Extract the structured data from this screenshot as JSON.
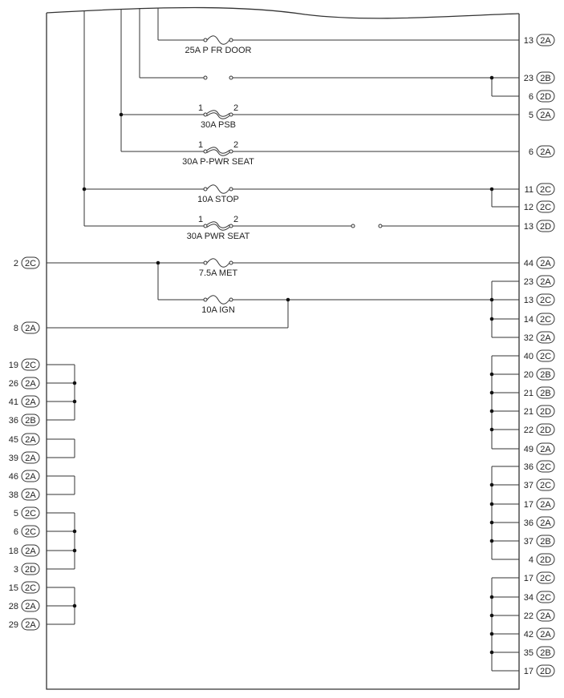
{
  "fuses": [
    {
      "label": "25A P FR DOOR",
      "type": "standard"
    },
    {
      "label": "",
      "type": "open-contacts"
    },
    {
      "label": "30A PSB",
      "type": "fusible-link",
      "pin_left": "1",
      "pin_right": "2"
    },
    {
      "label": "30A P-PWR SEAT",
      "type": "fusible-link",
      "pin_left": "1",
      "pin_right": "2"
    },
    {
      "label": "10A STOP",
      "type": "standard"
    },
    {
      "label": "30A PWR SEAT",
      "type": "fusible-link",
      "pin_left": "1",
      "pin_right": "2"
    },
    {
      "label": "7.5A MET",
      "type": "standard"
    },
    {
      "label": "10A IGN",
      "type": "standard"
    }
  ],
  "right_terminals": [
    {
      "pin": "13",
      "connector": "2A"
    },
    {
      "pin": "23",
      "connector": "2B"
    },
    {
      "pin": "6",
      "connector": "2D"
    },
    {
      "pin": "5",
      "connector": "2A"
    },
    {
      "pin": "6",
      "connector": "2A"
    },
    {
      "pin": "11",
      "connector": "2C"
    },
    {
      "pin": "12",
      "connector": "2C"
    },
    {
      "pin": "13",
      "connector": "2D"
    },
    {
      "pin": "44",
      "connector": "2A"
    },
    {
      "pin": "23",
      "connector": "2A"
    },
    {
      "pin": "13",
      "connector": "2C"
    },
    {
      "pin": "14",
      "connector": "2C"
    },
    {
      "pin": "32",
      "connector": "2A"
    },
    {
      "pin": "40",
      "connector": "2C"
    },
    {
      "pin": "20",
      "connector": "2B"
    },
    {
      "pin": "21",
      "connector": "2B"
    },
    {
      "pin": "21",
      "connector": "2D"
    },
    {
      "pin": "22",
      "connector": "2D"
    },
    {
      "pin": "49",
      "connector": "2A"
    },
    {
      "pin": "36",
      "connector": "2C"
    },
    {
      "pin": "37",
      "connector": "2C"
    },
    {
      "pin": "17",
      "connector": "2A"
    },
    {
      "pin": "36",
      "connector": "2A"
    },
    {
      "pin": "37",
      "connector": "2B"
    },
    {
      "pin": "4",
      "connector": "2D"
    },
    {
      "pin": "17",
      "connector": "2C"
    },
    {
      "pin": "34",
      "connector": "2C"
    },
    {
      "pin": "22",
      "connector": "2A"
    },
    {
      "pin": "42",
      "connector": "2A"
    },
    {
      "pin": "35",
      "connector": "2B"
    },
    {
      "pin": "17",
      "connector": "2D"
    }
  ],
  "left_terminals": [
    {
      "pin": "2",
      "connector": "2C"
    },
    {
      "pin": "8",
      "connector": "2A"
    },
    {
      "pin": "19",
      "connector": "2C"
    },
    {
      "pin": "26",
      "connector": "2A"
    },
    {
      "pin": "41",
      "connector": "2A"
    },
    {
      "pin": "36",
      "connector": "2B"
    },
    {
      "pin": "45",
      "connector": "2A"
    },
    {
      "pin": "39",
      "connector": "2A"
    },
    {
      "pin": "46",
      "connector": "2A"
    },
    {
      "pin": "38",
      "connector": "2A"
    },
    {
      "pin": "5",
      "connector": "2C"
    },
    {
      "pin": "6",
      "connector": "2C"
    },
    {
      "pin": "18",
      "connector": "2A"
    },
    {
      "pin": "3",
      "connector": "2D"
    },
    {
      "pin": "15",
      "connector": "2C"
    },
    {
      "pin": "28",
      "connector": "2A"
    },
    {
      "pin": "29",
      "connector": "2A"
    }
  ]
}
